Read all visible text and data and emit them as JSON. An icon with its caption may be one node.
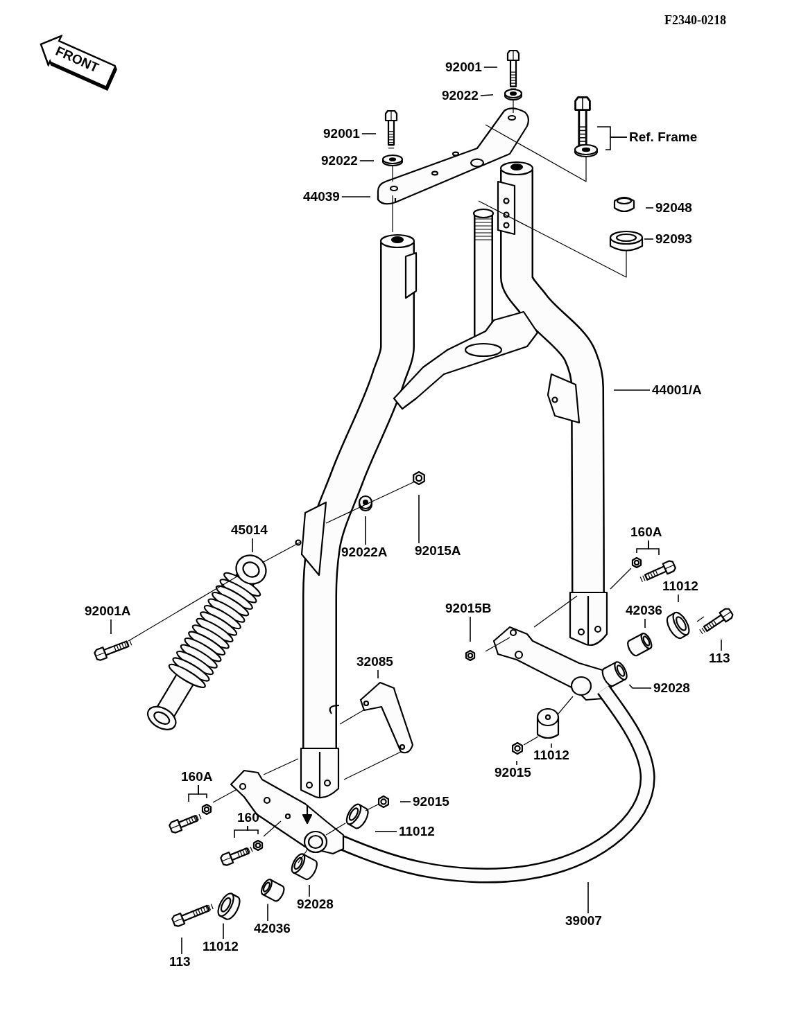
{
  "diagram": {
    "nodes": [
      {
        "text": [
          "FRONT"
        ]
      },
      {
        "text": [
          "92001"
        ]
      },
      {
        "text": [
          "92022"
        ]
      },
      {
        "text": [
          "92001"
        ]
      },
      {
        "text": [
          "Ref. Frame"
        ]
      },
      {
        "text": [
          "92022"
        ]
      },
      {
        "text": [
          "44039"
        ]
      },
      {
        "text": [
          "92048"
        ]
      },
      {
        "text": [
          "92093"
        ]
      },
      {
        "text": [
          "44001/A"
        ]
      },
      {
        "text": [
          "45014"
        ]
      },
      {
        "text": [
          "160A"
        ]
      },
      {
        "text": [
          "92015A"
        ]
      },
      {
        "text": [
          "92022A"
        ]
      },
      {
        "text": [
          "11012"
        ]
      },
      {
        "text": [
          "92015B"
        ]
      },
      {
        "text": [
          "42036"
        ]
      },
      {
        "text": [
          "92001A"
        ]
      },
      {
        "text": [
          "113"
        ]
      },
      {
        "text": [
          "32085"
        ]
      },
      {
        "text": [
          "92028"
        ]
      },
      {
        "text": [
          "11012"
        ]
      },
      {
        "text": [
          "92015"
        ]
      },
      {
        "text": [
          "160A"
        ]
      },
      {
        "text": [
          "92015"
        ]
      },
      {
        "text": [
          "160"
        ]
      },
      {
        "text": [
          "11012"
        ]
      },
      {
        "text": [
          "92028"
        ]
      },
      {
        "text": [
          "39007"
        ]
      },
      {
        "text": [
          "42036"
        ]
      },
      {
        "text": [
          "11012"
        ]
      },
      {
        "text": [
          "113"
        ]
      },
      {
        "text": [],
        "shape": "cylinder"
      },
      {
        "text": [],
        "shape": "cylinder"
      }
    ],
    "edges": [
      {
        "from": 1,
        "to": null,
        "arrow": "none"
      },
      {
        "from": 2,
        "to": null,
        "arrow": "none"
      },
      {
        "from": 3,
        "to": null,
        "arrow": "none"
      },
      {
        "from": 4,
        "to": null,
        "arrow": "none"
      },
      {
        "from": 4,
        "to": null,
        "arrow": "none"
      },
      {
        "from": 5,
        "to": null,
        "arrow": "none"
      },
      {
        "from": 6,
        "to": null,
        "arrow": "none"
      },
      {
        "from": 7,
        "to": null,
        "arrow": "none"
      },
      {
        "from": 8,
        "to": null,
        "arrow": "none"
      },
      {
        "from": 9,
        "to": null,
        "arrow": "none"
      },
      {
        "from": 10,
        "to": null,
        "arrow": "none"
      },
      {
        "from": 11,
        "to": null,
        "arrow": "none"
      },
      {
        "from": 11,
        "to": null,
        "arrow": "none"
      },
      {
        "from": 12,
        "to": null,
        "arrow": "none"
      },
      {
        "from": 13,
        "to": null,
        "arrow": "none"
      },
      {
        "from": 14,
        "to": null,
        "arrow": "none"
      },
      {
        "from": 15,
        "to": null,
        "arrow": "none"
      },
      {
        "from": 16,
        "to": null,
        "arrow": "none"
      },
      {
        "from": 17,
        "to": null,
        "arrow": "none"
      },
      {
        "from": 18,
        "to": null,
        "arrow": "none"
      },
      {
        "from": 19,
        "to": null,
        "arrow": "none"
      },
      {
        "from": 20,
        "to": null,
        "arrow": "none"
      },
      {
        "from": 21,
        "to": null,
        "arrow": "none"
      },
      {
        "from": 22,
        "to": null,
        "arrow": "none"
      },
      {
        "from": 23,
        "to": null,
        "arrow": "none"
      },
      {
        "from": 23,
        "to": null,
        "arrow": "none"
      },
      {
        "from": 24,
        "to": null,
        "arrow": "none"
      },
      {
        "from": 25,
        "to": null,
        "arrow": "none"
      },
      {
        "from": 25,
        "to": null,
        "arrow": "none"
      },
      {
        "from": 26,
        "to": null,
        "arrow": "none"
      },
      {
        "from": 27,
        "to": null,
        "arrow": "none"
      },
      {
        "from": 28,
        "to": null,
        "arrow": "none"
      },
      {
        "from": 29,
        "to": 32,
        "arrow": "none"
      },
      {
        "from": 30,
        "to": 33,
        "arrow": "none"
      },
      {
        "from": 31,
        "to": null,
        "arrow": "none"
      }
    ],
    "labels": [
      "F2340-0218"
    ]
  }
}
